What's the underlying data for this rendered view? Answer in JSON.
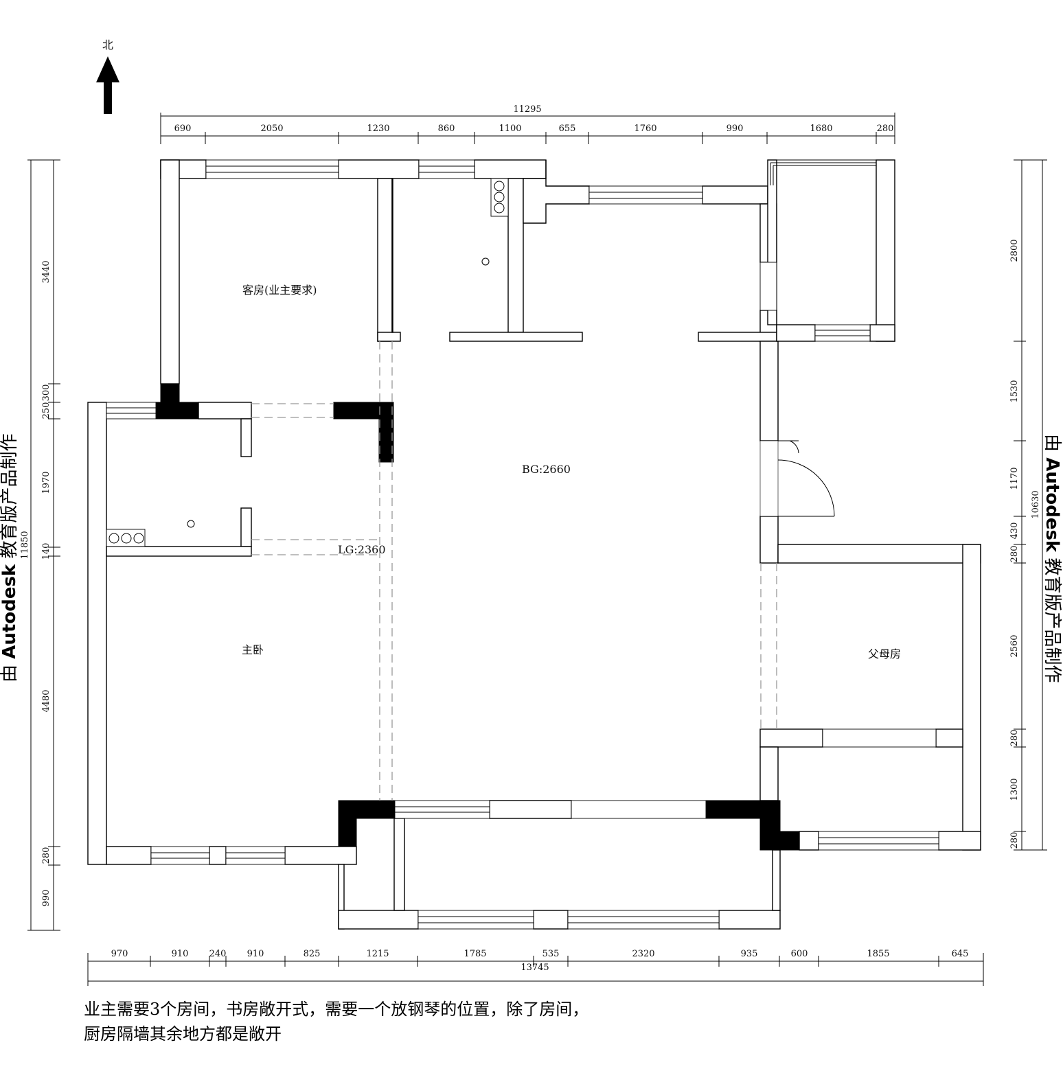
{
  "north_label": "北",
  "watermark": {
    "prefix": "由",
    "brand": "Autodesk",
    "suffix": "教育版产品制作"
  },
  "top_dims": {
    "total": "11295",
    "segments": [
      "690",
      "2050",
      "1230",
      "860",
      "1100",
      "655",
      "1760",
      "990",
      "1680",
      "280"
    ]
  },
  "bottom_dims": {
    "total": "13745",
    "segments": [
      "970",
      "910",
      "240",
      "910",
      "825",
      "1215",
      "1785",
      "535",
      "2320",
      "935",
      "600",
      "1855",
      "645"
    ]
  },
  "left_dims": {
    "total": "11850",
    "segments": [
      "3440",
      "300",
      "250",
      "1970",
      "140",
      "4480",
      "280",
      "990"
    ]
  },
  "right_dims": {
    "total": "10630",
    "segments": [
      "2800",
      "1530",
      "1170",
      "430",
      "280",
      "2560",
      "280",
      "1300",
      "280"
    ]
  },
  "rooms": {
    "guest_room": "客房(业主要求)",
    "living": "BG:2660",
    "dining": "LG:2360",
    "master_bedroom": "主卧",
    "parents_room": "父母房"
  },
  "note": {
    "line1": "业主需要3个房间，书房敞开式，需要一个放钢琴的位置，除了房间，",
    "line2": "厨房隔墙其余地方都是敞开"
  }
}
